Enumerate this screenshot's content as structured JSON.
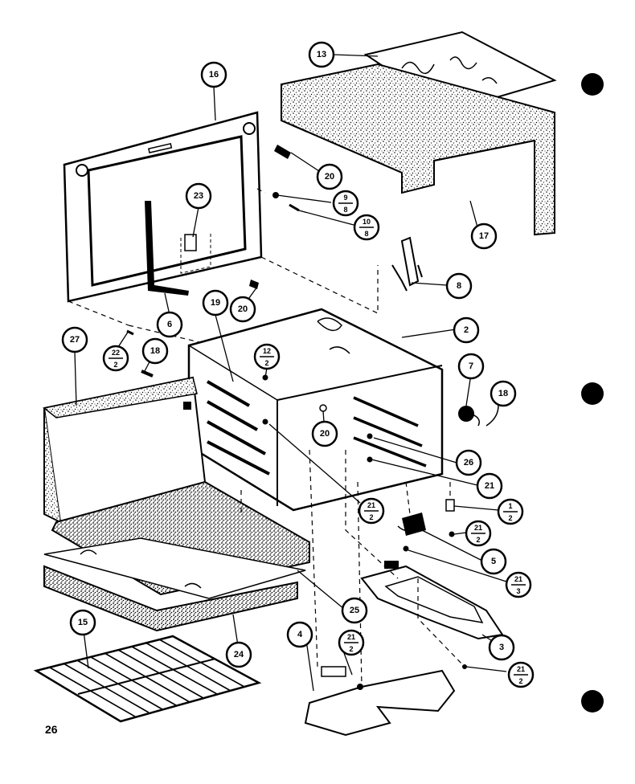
{
  "page_number": "26",
  "ink_color": "#000000",
  "paper_color": "#ffffff",
  "callouts": {
    "c13": "13",
    "c16": "16",
    "c20a": "20",
    "c9": {
      "num": "9",
      "den": "8"
    },
    "c10_8": {
      "num": "10",
      "den": "8"
    },
    "c17": "17",
    "c23": "23",
    "c8": "8",
    "c20b": "20",
    "c6": "6",
    "c19": "19",
    "c2": "2",
    "c22": {
      "num": "22",
      "den": "2"
    },
    "c18a": "18",
    "c12": {
      "num": "12",
      "den": "2"
    },
    "c7": "7",
    "c18b": "18",
    "c27": "27",
    "c20c": "20",
    "c26": "26",
    "c21a": "21",
    "c21b": {
      "num": "21",
      "den": "2"
    },
    "c1": {
      "num": "1",
      "den": "2"
    },
    "c21c": {
      "num": "21",
      "den": "2"
    },
    "c5": "5",
    "c21d": {
      "num": "21",
      "den": "3"
    },
    "c25": "25",
    "c3": "3",
    "c15": "15",
    "c24": "24",
    "c4": "4",
    "c21e": {
      "num": "21",
      "den": "2"
    },
    "c21f": {
      "num": "21",
      "den": "2"
    }
  }
}
